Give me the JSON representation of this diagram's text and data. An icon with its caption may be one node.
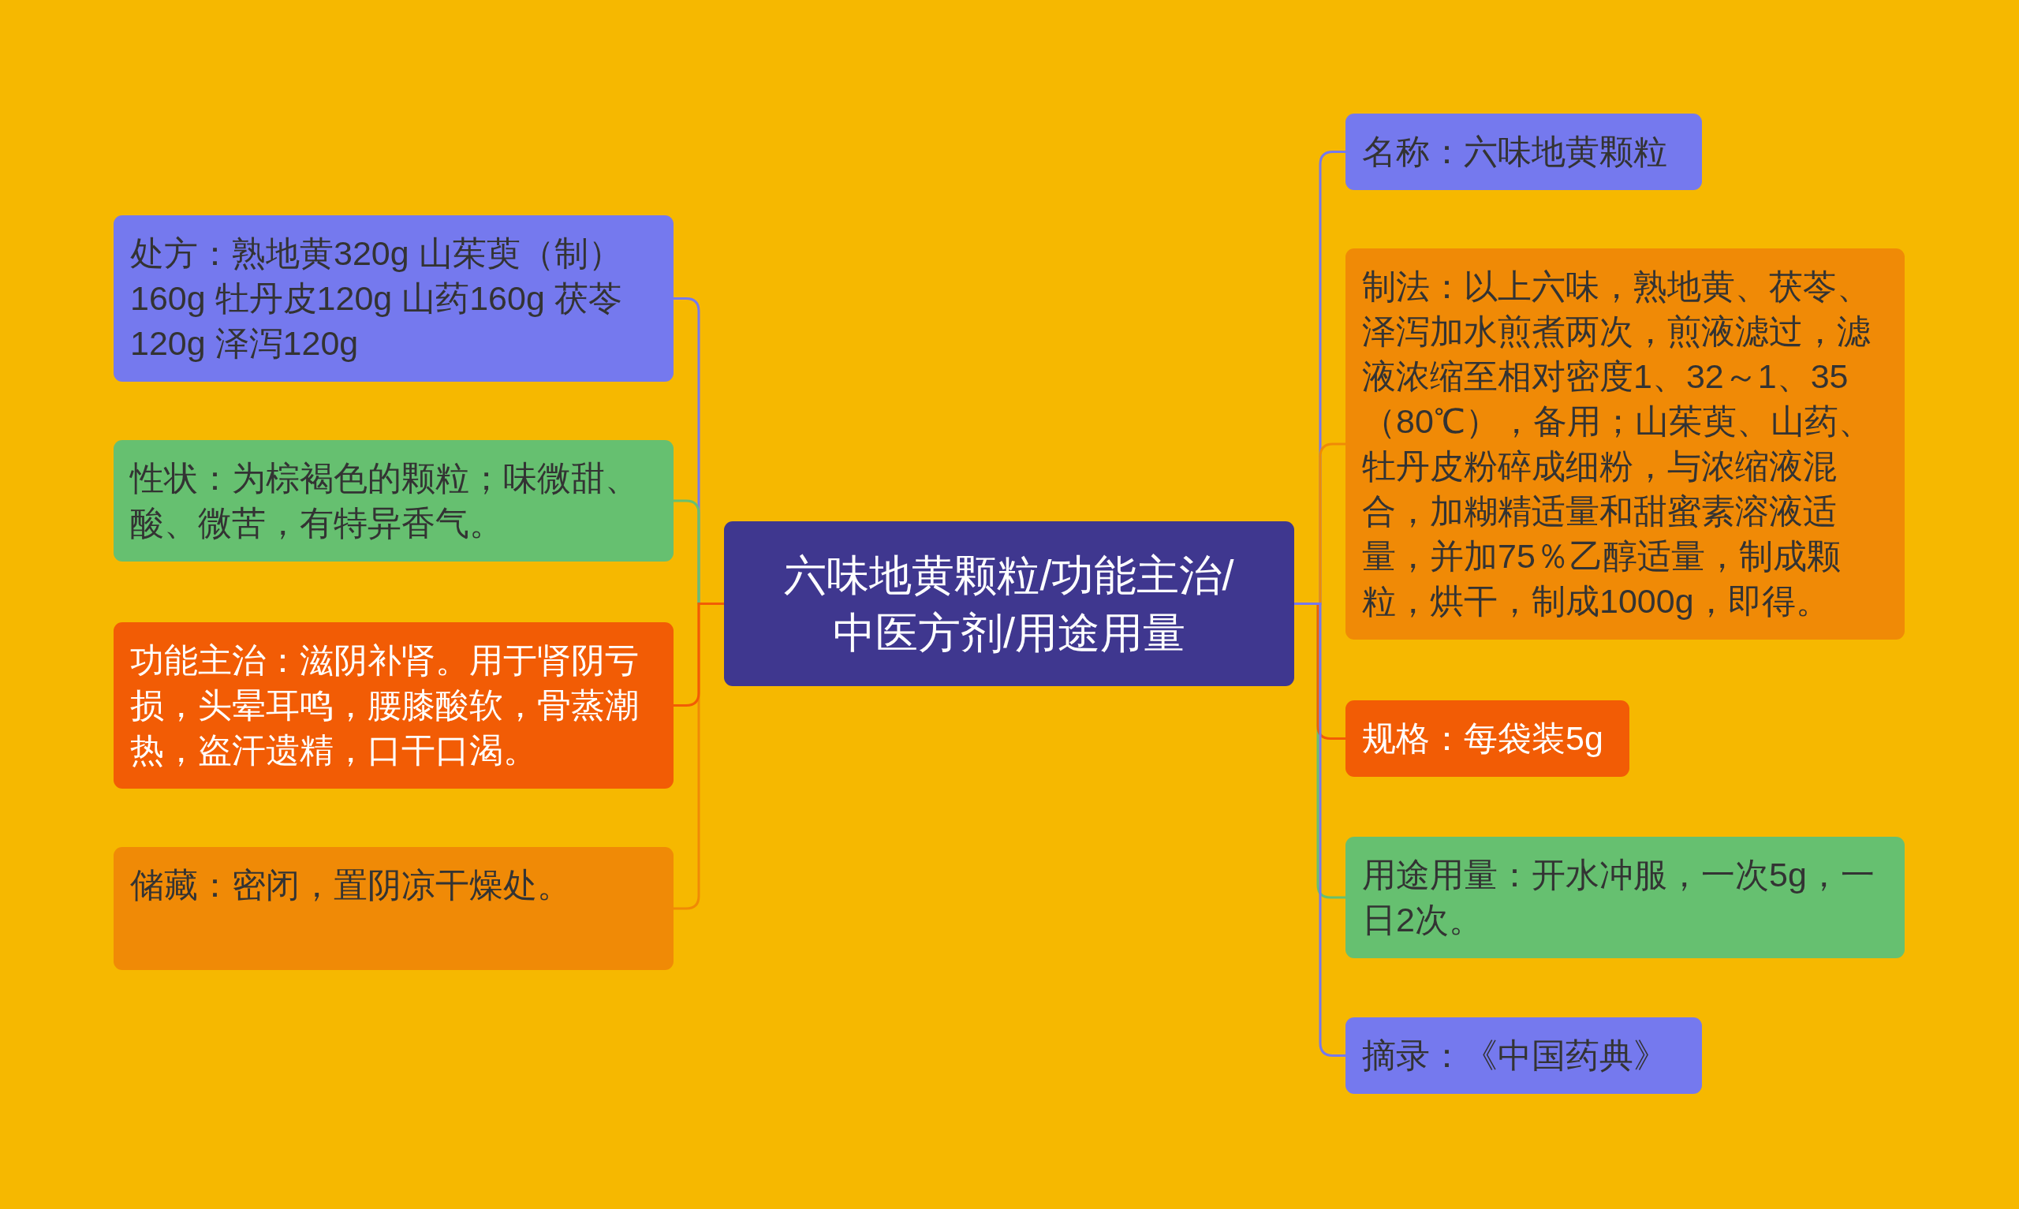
{
  "diagram": {
    "nodes": [
      {
        "text": [
          "六味地黄颗粒/功能主治/中医方剂/用途用量"
        ]
      },
      {
        "text": [
          "处方：熟地黄320g 山茱萸（制）160g 牡丹皮120g 山药160g 茯苓120g 泽泻120g"
        ]
      },
      {
        "text": [
          "性状：为棕褐色的颗粒；味微甜、酸、微苦，有特异香气。"
        ]
      },
      {
        "text": [
          "功能主治：滋阴补肾。用于肾阴亏损，头晕耳鸣，腰膝酸软，骨蒸潮热，盗汗遗精，口干口渴。"
        ]
      },
      {
        "text": [
          "储藏：密闭，置阴凉干燥处。"
        ]
      },
      {
        "text": [
          "名称：六味地黄颗粒"
        ]
      },
      {
        "text": [
          "制法：以上六味，熟地黄、茯苓、泽泻加水煎煮两次，煎液滤过，滤液浓缩至相对密度1、32～1、35（80℃），备用；山茱萸、山药、牡丹皮粉碎成细粉，与浓缩液混合，加糊精适量和甜蜜素溶液适量，并加75％乙醇适量，制成颗粒，烘干，制成1000g，即得。"
        ]
      },
      {
        "text": [
          "规格：每袋装5g"
        ]
      },
      {
        "text": [
          "用途用量：开水冲服，一次5g，一日2次。"
        ]
      },
      {
        "text": [
          "摘录：《中国药典》"
        ]
      }
    ],
    "edges": [
      {
        "from": 0,
        "to": 1,
        "arrow": "none",
        "color": "#7579ee"
      },
      {
        "from": 0,
        "to": 2,
        "arrow": "none",
        "color": "#66c070"
      },
      {
        "from": 0,
        "to": 3,
        "arrow": "none",
        "color": "#f25c05"
      },
      {
        "from": 0,
        "to": 4,
        "arrow": "none",
        "color": "#f08a06"
      },
      {
        "from": 0,
        "to": 5,
        "arrow": "none",
        "color": "#7579ee"
      },
      {
        "from": 0,
        "to": 6,
        "arrow": "none",
        "color": "#f08a06"
      },
      {
        "from": 0,
        "to": 7,
        "arrow": "none",
        "color": "#f25c05"
      },
      {
        "from": 0,
        "to": 8,
        "arrow": "none",
        "color": "#66c070"
      },
      {
        "from": 0,
        "to": 9,
        "arrow": "none",
        "color": "#7579ee"
      }
    ]
  }
}
